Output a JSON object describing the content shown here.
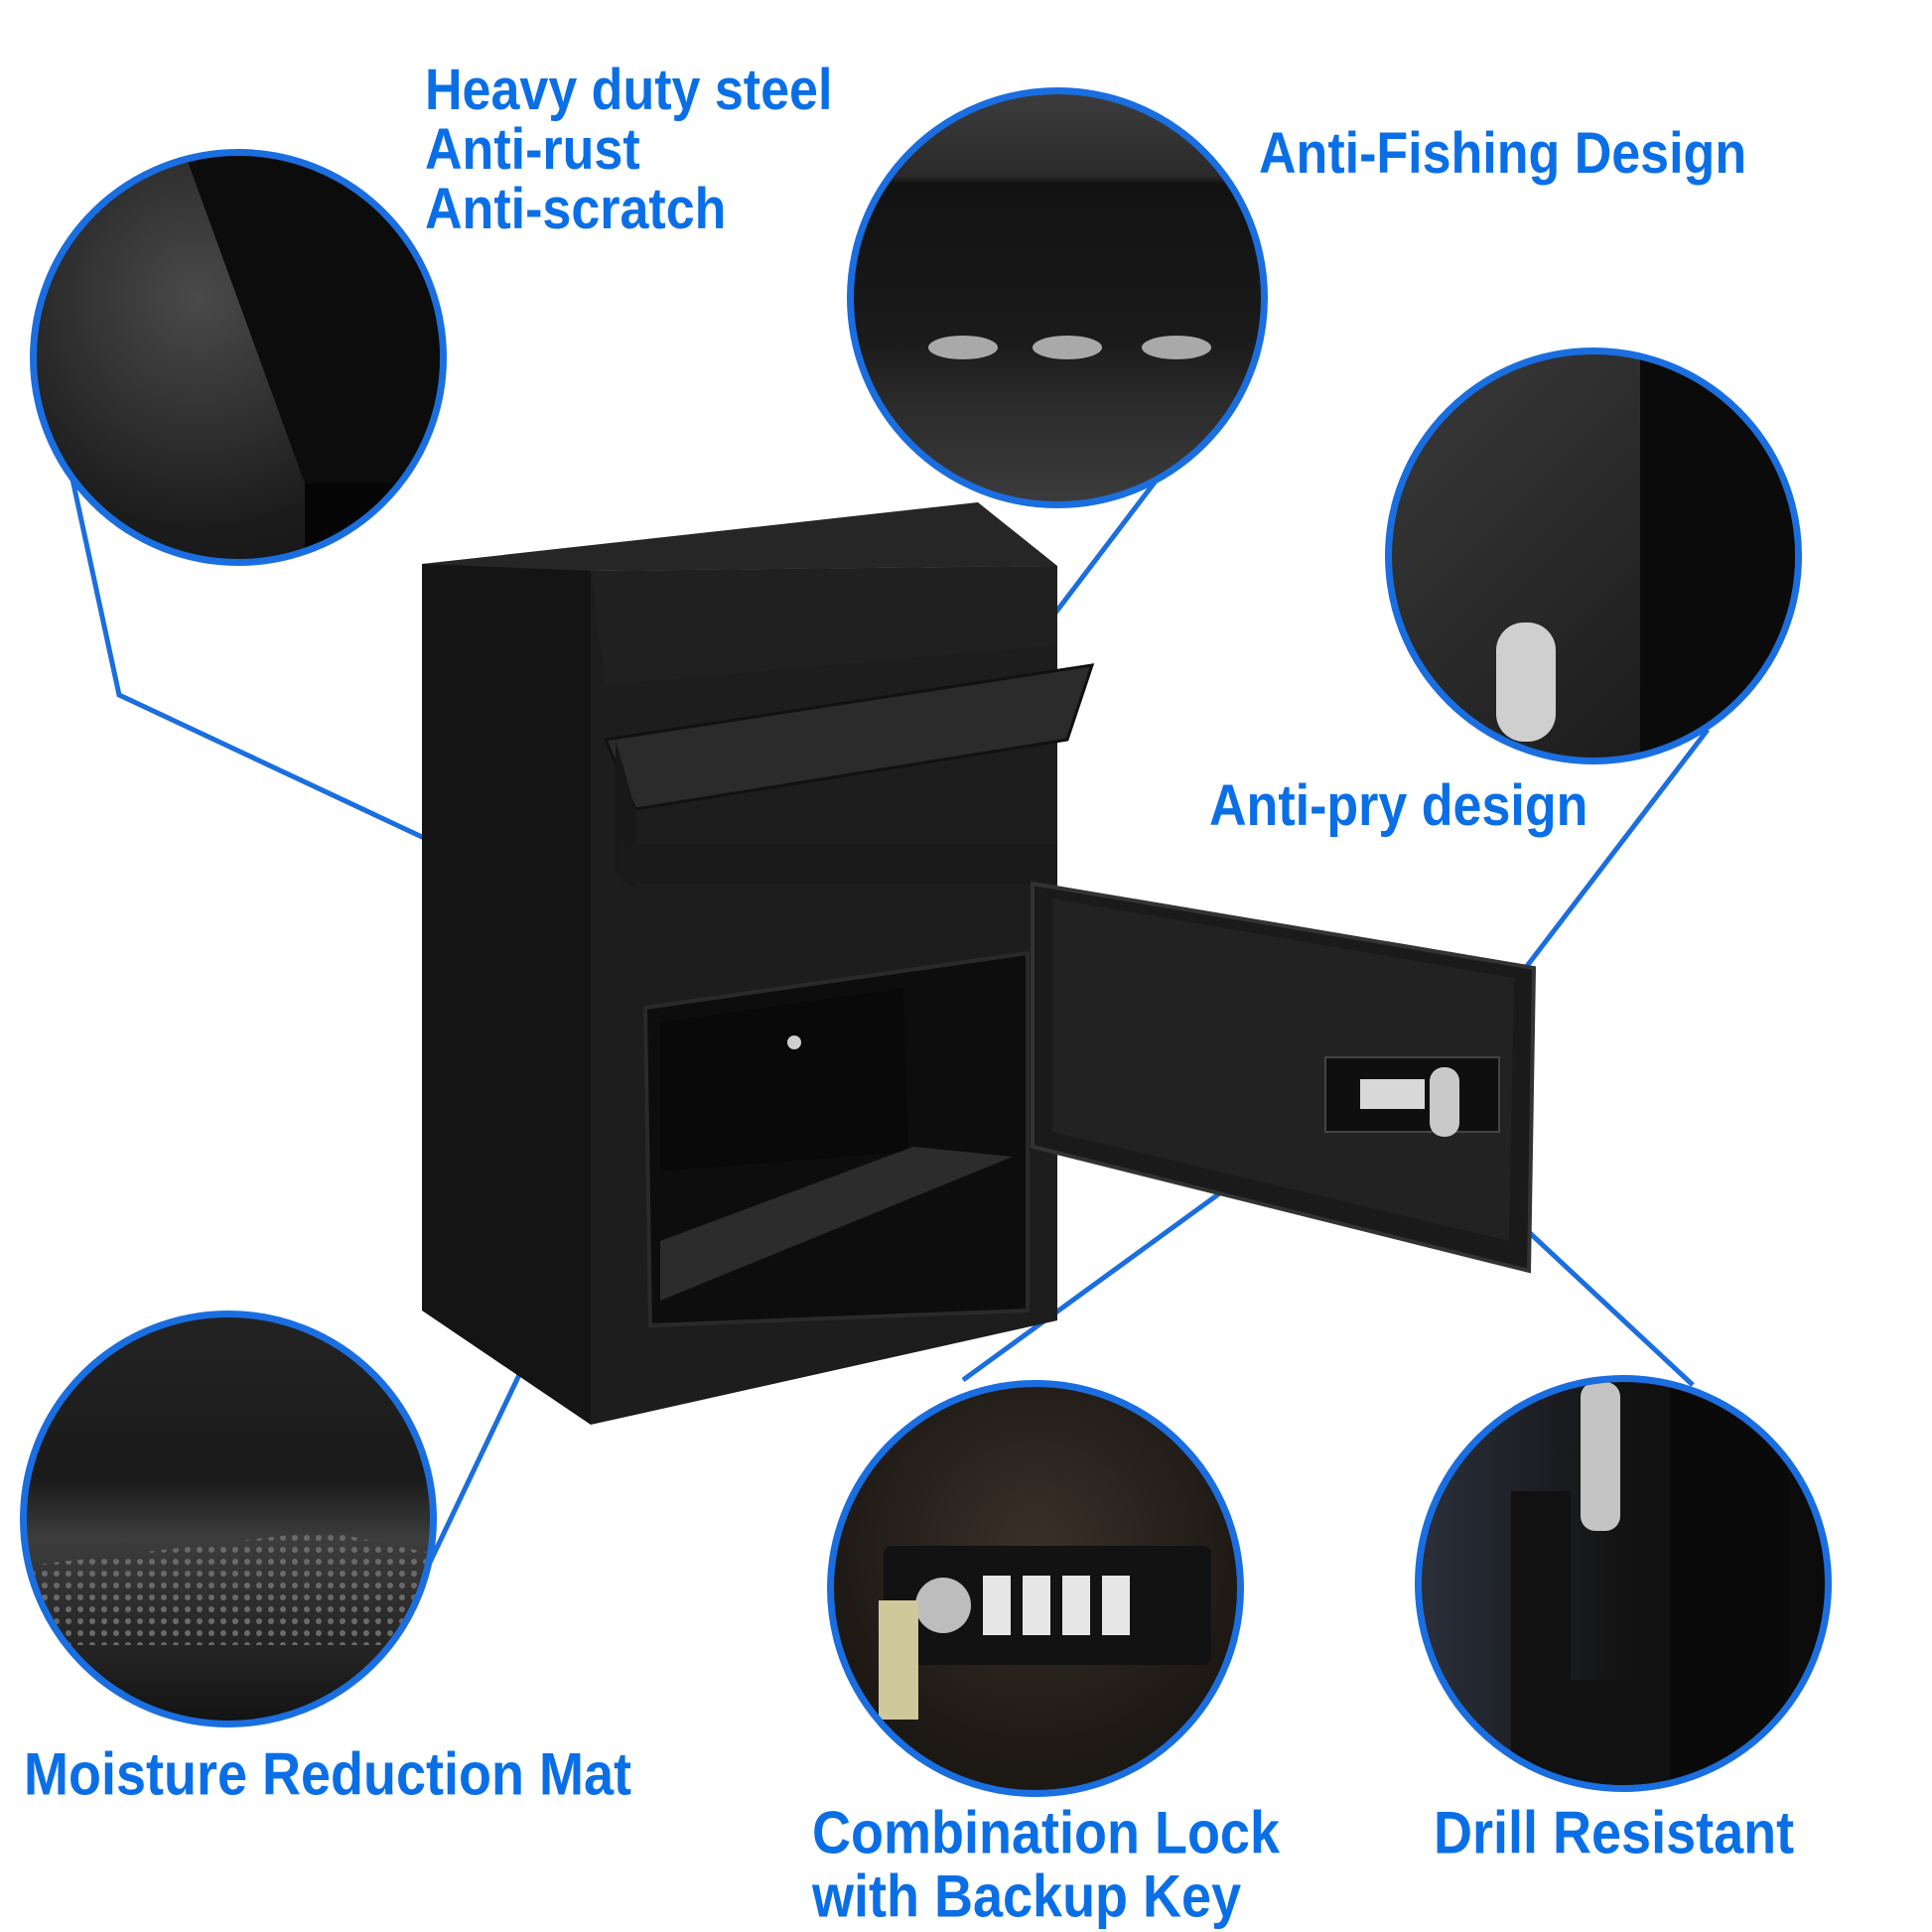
{
  "features": {
    "steel_line1": "Heavy duty steel",
    "steel_line2": "Anti-rust",
    "steel_line3": "Anti-scratch",
    "anti_fishing": "Anti-Fishing Design",
    "anti_pry": "Anti-pry design",
    "moisture_mat": "Moisture Reduction Mat",
    "combo_line1": "Combination Lock",
    "combo_line2": "with Backup Key",
    "drill_resistant": "Drill Resistant"
  },
  "colors": {
    "accent": "#0a6fe6",
    "line": "#1a6ee0",
    "product": "#1b1b1b"
  }
}
